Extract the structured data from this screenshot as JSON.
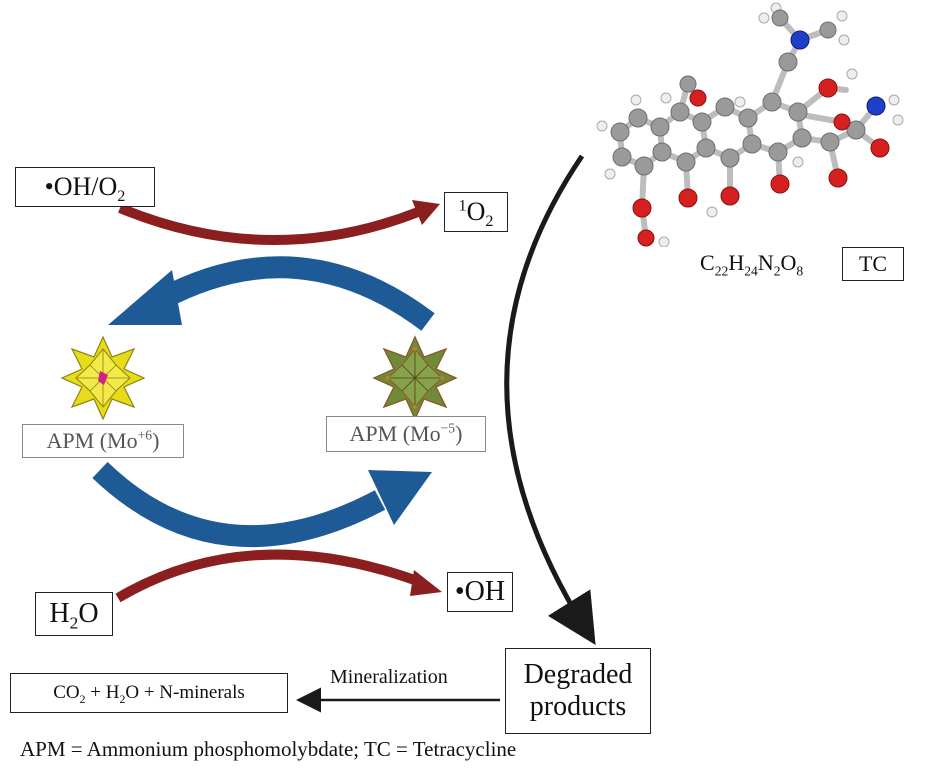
{
  "colors": {
    "red_arrow": "#8b1e1e",
    "blue_arrow": "#1d5a96",
    "black_arrow": "#1a1a1a",
    "apm_mo6": "#e8dc1a",
    "apm_mo5": "#6f8b3a",
    "atom_carbon": "#9a9a9a",
    "atom_oxygen": "#d62020",
    "atom_nitrogen": "#1e3fc8",
    "atom_hydrogen": "#eeeeee"
  },
  "labels": {
    "oh_o2": {
      "main": "•OH/O",
      "sub": "2"
    },
    "singlet_oxygen": {
      "sup": "1",
      "main": "O",
      "sub": "2"
    },
    "apm_mo6": {
      "main": "APM (Mo",
      "sup": "+6",
      "end": ")"
    },
    "apm_mo5": {
      "main": "APM (Mo",
      "sup": "−5",
      "end": ")"
    },
    "water": {
      "main": "H",
      "sub": "2",
      "end": "O"
    },
    "hydroxyl": "•OH",
    "degraded_line1": "Degraded",
    "degraded_line2": "products",
    "mineralization": "Mineralization",
    "final_products": {
      "a": "CO",
      "a_sub": "2",
      "b": " + H",
      "b_sub": "2",
      "c": "O + N-minerals"
    },
    "formula": {
      "c": "C",
      "c_sub": "22",
      "h": "H",
      "h_sub": "24",
      "n": "N",
      "n_sub": "2",
      "o": "O",
      "o_sub": "8"
    },
    "tc": "TC",
    "footnote": "APM = Ammonium phosphomolybdate; TC = Tetracycline"
  },
  "icons": [
    "apm-mo6-polyhedron-icon",
    "apm-mo5-polyhedron-icon",
    "tetracycline-molecule-icon"
  ]
}
